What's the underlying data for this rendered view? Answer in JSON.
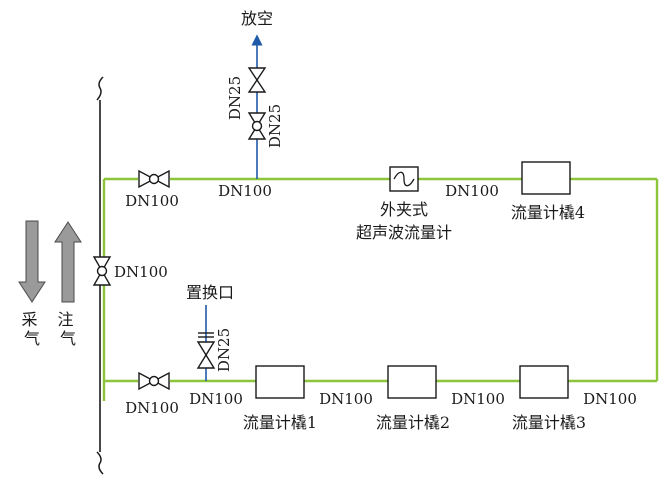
{
  "diagram": {
    "colors": {
      "pipe": "#8cc43c",
      "vent": "#1f5aa8",
      "main": "#1a1a1a",
      "arrow_fill": "#9a9a9a"
    },
    "vent": {
      "label": "放空",
      "valve_upper_label": "DN25",
      "valve_lower_label": "DN25"
    },
    "replacement_port": {
      "label": "置换口",
      "valve_label": "DN25"
    },
    "arrows": {
      "production_label": "采\n气",
      "injection_label": "注\n气"
    },
    "main_valve_label": "DN100",
    "top_line": {
      "inlet_valve_label": "DN100",
      "pipe_label_1": "DN100",
      "pipe_label_2": "DN100",
      "ultrasonic_label_line1": "外夹式",
      "ultrasonic_label_line2": "超声波流量计",
      "skid4_label": "流量计橇4"
    },
    "bottom_line": {
      "inlet_valve_label": "DN100",
      "pipe_labels": [
        "DN100",
        "DN100",
        "DN100",
        "DN100"
      ],
      "skid_labels": [
        "流量计橇1",
        "流量计橇2",
        "流量计橇3"
      ]
    }
  }
}
